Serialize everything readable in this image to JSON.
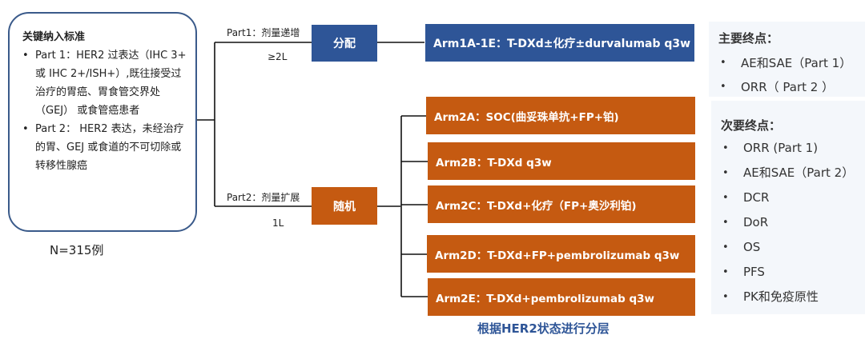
{
  "inclusion": {
    "title": "关键纳入标准",
    "items": [
      "Part 1：HER2 过表达（IHC 3+ 或 IHC 2+/ISH+）,既往接受过治疗的胃癌、胃食管交界处 （GEJ） 或食管癌患者",
      "Part 2： HER2 表达，未经治疗的胃、GEJ 或食道的不可切除或转移性腺癌"
    ],
    "n_count": "N=315例"
  },
  "part1": {
    "label": "Part1：剂量递增",
    "line": "≥2L",
    "node": "分配",
    "arm": "Arm1A-1E：T-DXd±化疗±durvalumab q3w"
  },
  "part2": {
    "label": "Part2：剂量扩展",
    "line": "1L",
    "node": "随机",
    "arms": [
      "Arm2A：SOC(曲妥珠单抗+FP+铂)",
      "Arm2B：T-DXd  q3w",
      "Arm2C：T-DXd+化疗（FP+奥沙利铂)",
      "Arm2D：T-DXd+FP+pembrolizumab q3w",
      "Arm2E：T-DXd+pembrolizumab q3w"
    ],
    "stratification": "根据HER2状态进行分层"
  },
  "endpoints": {
    "primary": {
      "title": "主要终点：",
      "items": [
        "AE和SAE（Part 1）",
        "ORR（ Part 2 ）"
      ]
    },
    "secondary": {
      "title": "次要终点：",
      "items": [
        "ORR (Part 1)",
        "AE和SAE（Part 2）",
        "DCR",
        "DoR",
        "OS",
        "PFS",
        "PK和免疫原性"
      ]
    }
  },
  "colors": {
    "blue": "#2e5597",
    "orange": "#c55a11",
    "border": "#3a5a8a",
    "panel": "#f4f7fb"
  }
}
